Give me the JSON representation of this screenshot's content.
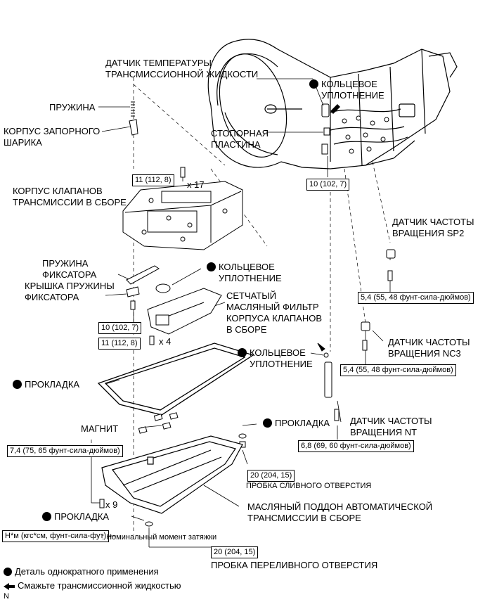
{
  "labels": {
    "temp_sensor": "ДАТЧИК ТЕМПЕРАТУРЫ\nТРАНСМИССИОННОЙ ЖИДКОСТИ",
    "oring_top": "КОЛЬЦЕВОЕ\nУПЛОТНЕНИЕ",
    "spring": "ПРУЖИНА",
    "check_ball_body": "КОРПУС ЗАПОРНОГО\nШАРИКА",
    "lock_plate": "СТОПОРНАЯ\nПЛАСТИНА",
    "valve_body": "КОРПУС КЛАПАНОВ\nТРАНСМИССИИ В СБОРЕ",
    "detent_spring": "ПРУЖИНА\nФИКСАТОРА",
    "detent_cover": "КРЫШКА ПРУЖИНЫ\nФИКСАТОРА",
    "oring_mid": "КОЛЬЦЕВОЕ\nУПЛОТНЕНИЕ",
    "strainer": "СЕТЧАТЫЙ\nМАСЛЯНЫЙ ФИЛЬТР\nКОРПУСА КЛАПАНОВ\nВ СБОРЕ",
    "sp2_sensor": "ДАТЧИК ЧАСТОТЫ\nВРАЩЕНИЯ SP2",
    "nc3_sensor": "ДАТЧИК ЧАСТОТЫ\nВРАЩЕНИЯ NC3",
    "oring_right": "КОЛЬЦЕВОЕ\nУПЛОТНЕНИЕ",
    "gasket_left": "ПРОКЛАДКА",
    "nt_sensor": "ДАТЧИК ЧАСТОТЫ\nВРАЩЕНИЯ NT",
    "magnet": "МАГНИТ",
    "gasket_right": "ПРОКЛАДКА",
    "drain_plug": "ПРОБКА СЛИВНОГО ОТВЕРСТИЯ",
    "gasket_bottom": "ПРОКЛАДКА",
    "oil_pan": "МАСЛЯНЫЙ ПОДДОН АВТОМАТИЧЕСКОЙ\nТРАНСМИССИИ В СБОРЕ",
    "overflow_plug": "ПРОБКА ПЕРЕЛИВНОГО ОТВЕРСТИЯ",
    "x17": "x 17",
    "x4": "x 4",
    "x9": "x 9"
  },
  "torques": {
    "t_valve_body": "11 (112, 8)",
    "t_lock_plate": "10 (102, 7)",
    "t_detent": "10 (102, 7)",
    "t_strainer": "11 (112, 8)",
    "t_sp2": "5,4 (55, 48 фунт-сила-дюймов)",
    "t_nc3": "5,4 (55, 48 фунт-сила-дюймов)",
    "t_nt": "6,8 (69, 60 фунт-сила-дюймов)",
    "t_pan": "7,4 (75, 65 фунт-сила-дюймов)",
    "t_drain": "20 (204, 15)",
    "t_overflow": "20 (204, 15)"
  },
  "unit_box": "Н*м (кгс*см, фунт-сила-фут)",
  "unit_caption": ": Номинальный момент затяжки",
  "legend": {
    "single_use": "Деталь однократного применения",
    "lube": "Смажьте трансмиссионной жидкостью"
  },
  "corner_mark": "N",
  "colors": {
    "ink": "#000000",
    "paper": "#ffffff",
    "fill": "#f2f2f2"
  }
}
